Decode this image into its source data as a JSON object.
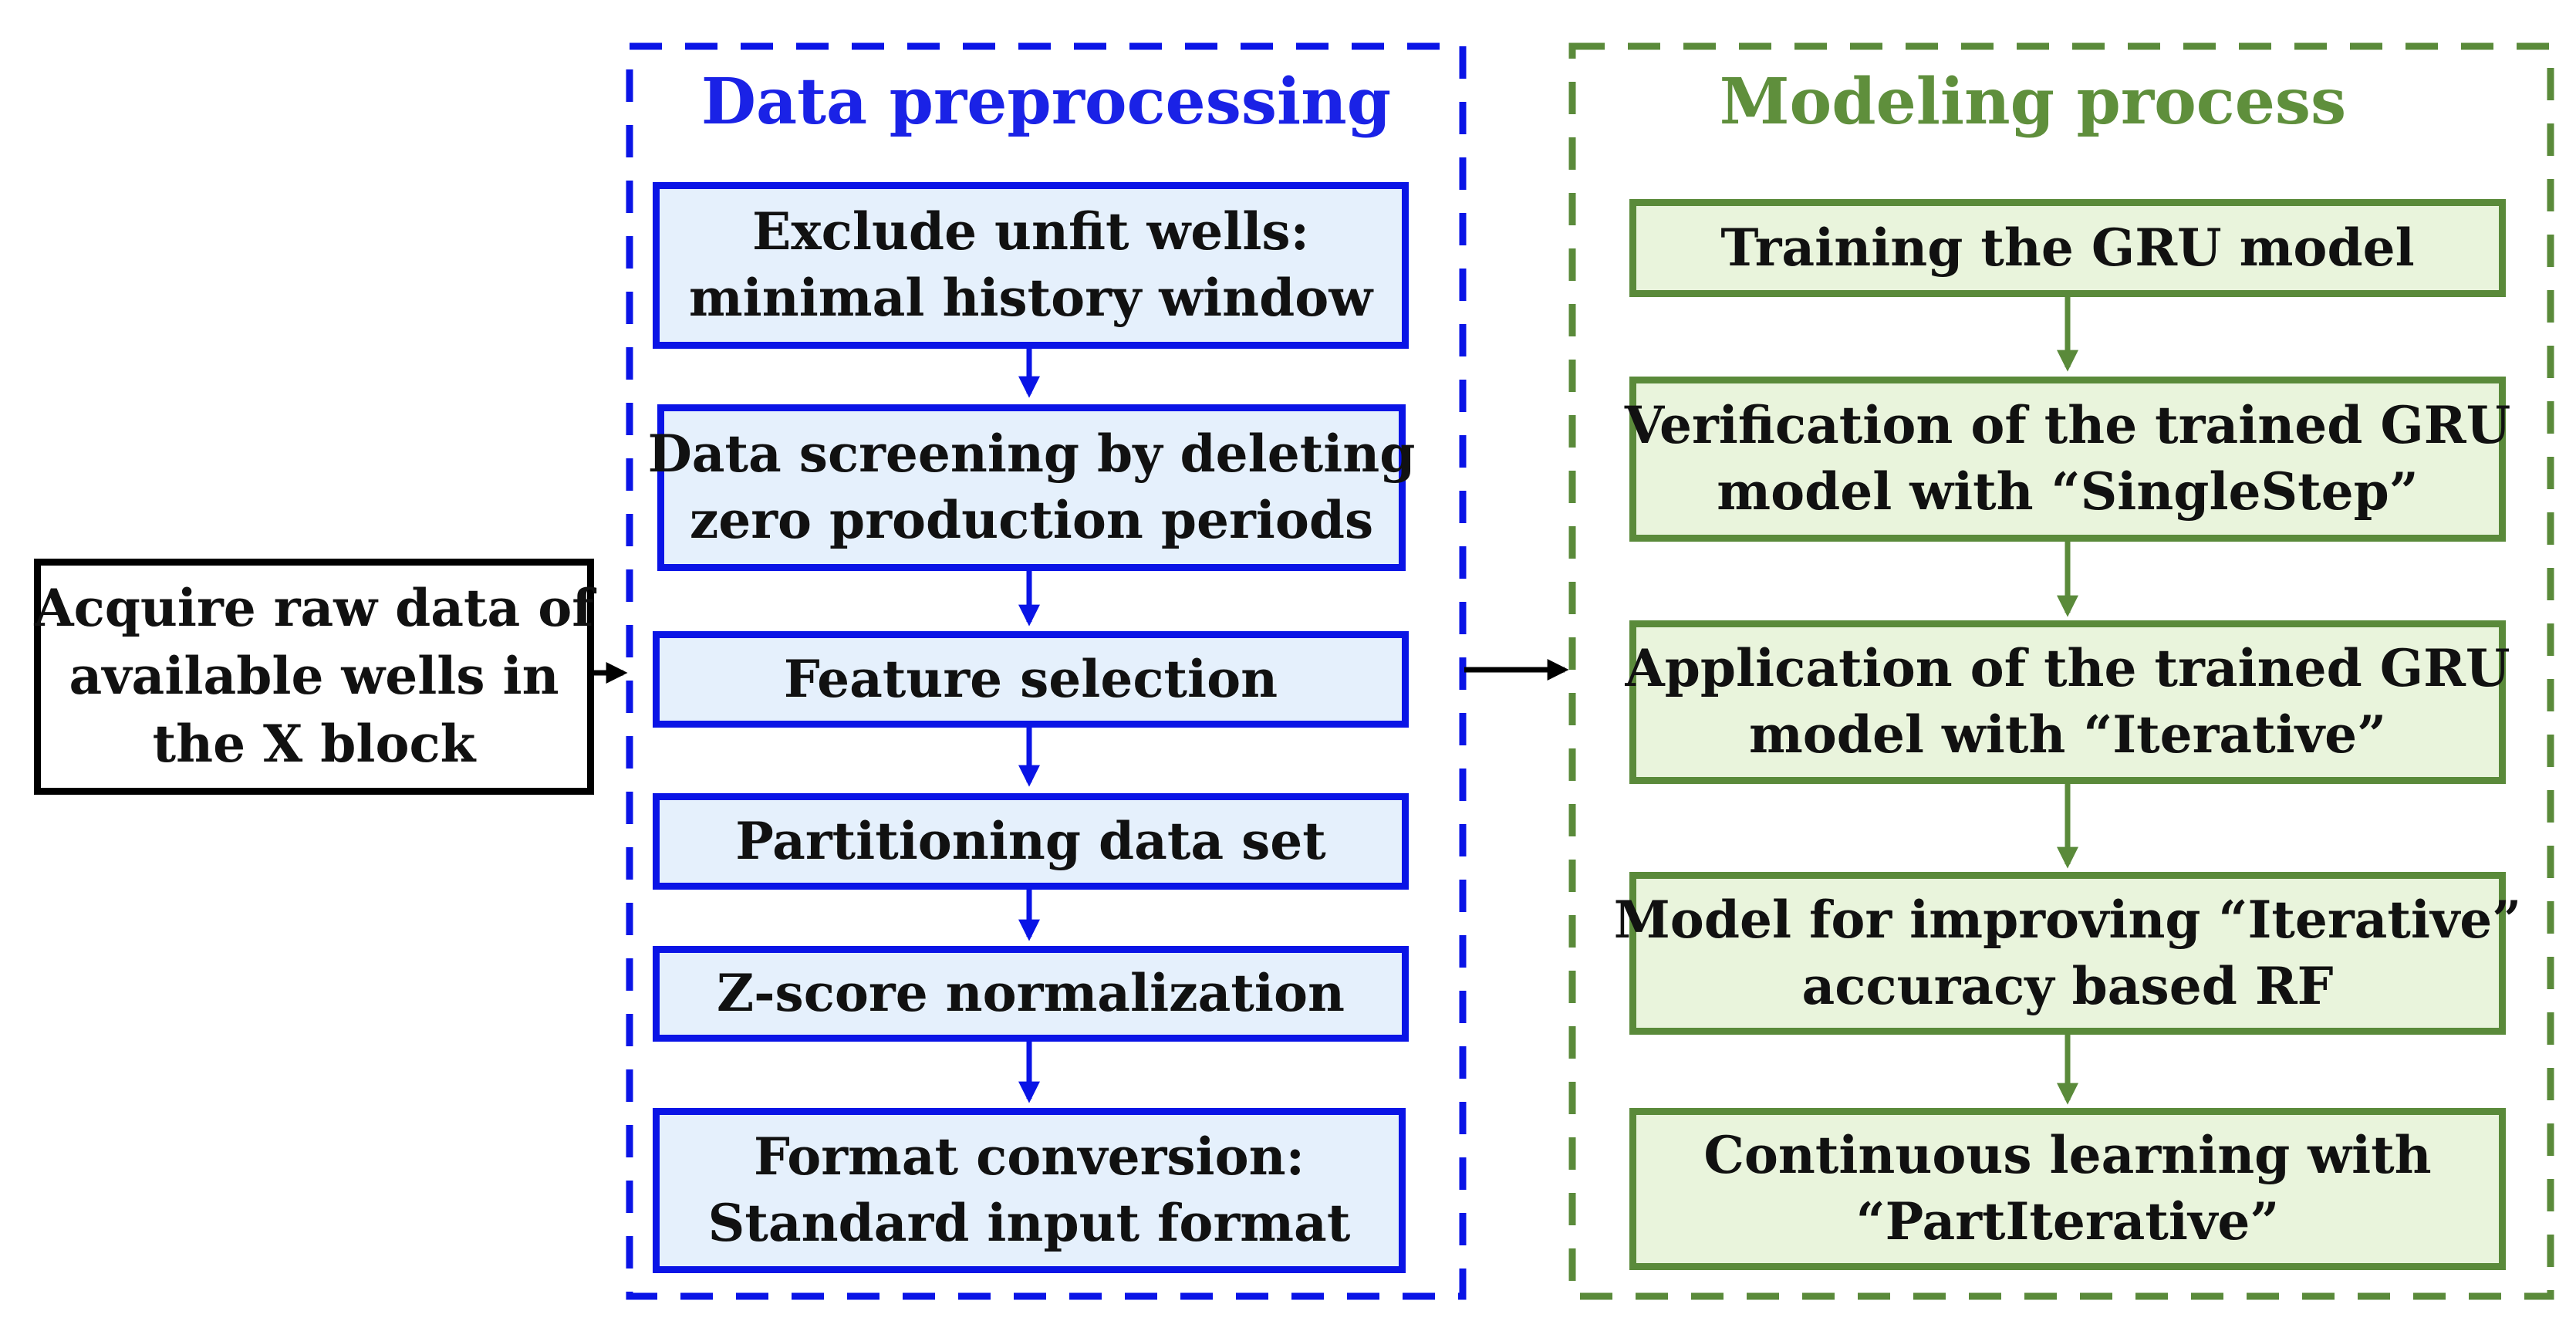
{
  "colors": {
    "preprocessing_accent": "#1a22e6",
    "preprocessing_fill": "#e5f0fc",
    "modeling_accent": "#5f8f3c",
    "modeling_fill": "#e9f4dc",
    "input_border": "#000000"
  },
  "input": {
    "lines": [
      "Acquire raw data of",
      "available wells in",
      "the X block"
    ]
  },
  "preprocessing": {
    "title": "Data preprocessing",
    "steps": [
      {
        "lines": [
          "Exclude unfit wells:",
          "minimal history window"
        ]
      },
      {
        "lines": [
          "Data screening by deleting",
          "zero production periods"
        ]
      },
      {
        "lines": [
          "Feature selection"
        ]
      },
      {
        "lines": [
          "Partitioning data set"
        ]
      },
      {
        "lines": [
          "Z-score normalization"
        ]
      },
      {
        "lines": [
          "Format conversion:",
          "Standard input format"
        ]
      }
    ]
  },
  "modeling": {
    "title": "Modeling process",
    "steps": [
      {
        "lines": [
          "Training the GRU model"
        ]
      },
      {
        "lines": [
          "Verification of the trained GRU",
          "model with  “SingleStep”"
        ]
      },
      {
        "lines": [
          "Application of the trained GRU",
          "model with “Iterative”"
        ]
      },
      {
        "lines": [
          "Model for improving “Iterative”",
          "accuracy based RF"
        ]
      },
      {
        "lines": [
          "Continuous learning with",
          "“PartIterative”"
        ]
      }
    ]
  }
}
